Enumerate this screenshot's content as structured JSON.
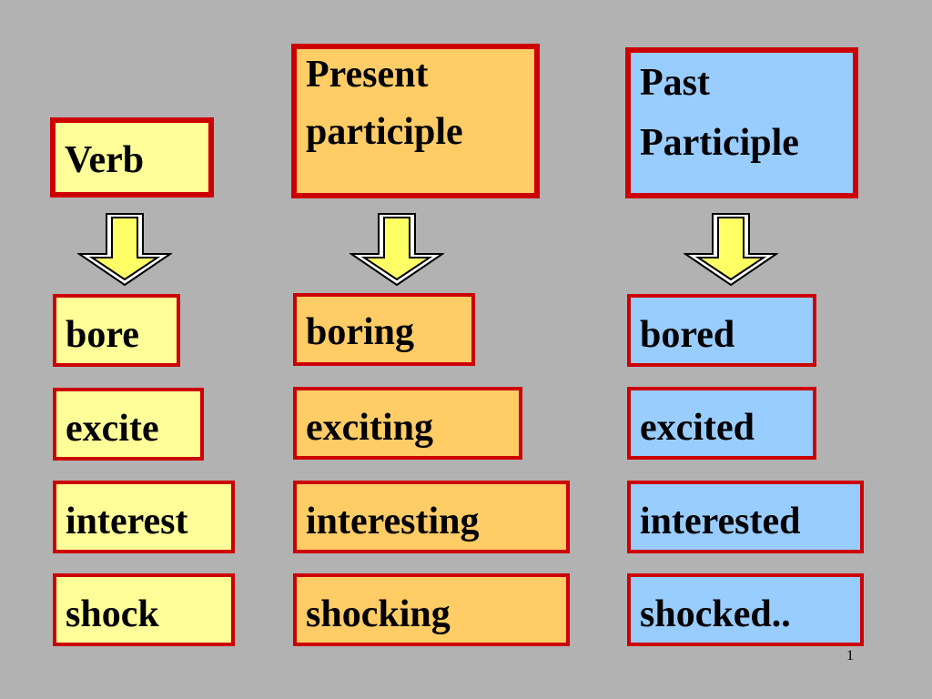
{
  "headers": {
    "verb": "Verb",
    "present_participle": [
      "Present",
      "participle"
    ],
    "past_participle": [
      "Past",
      "Participle"
    ]
  },
  "verb_column": [
    "bore",
    "excite",
    "interest",
    "shock"
  ],
  "present_column": [
    "boring",
    "exciting",
    "interesting",
    "shocking"
  ],
  "past_column": [
    "bored",
    "excited",
    "interested",
    "shocked.."
  ],
  "page_number": "1",
  "colors": {
    "background": "#b2b2b2",
    "border": "#cc0000",
    "verb_fill": "#ffff99",
    "present_fill": "#ffcc66",
    "past_fill": "#99ccff",
    "arrow_fill": "#ffff66"
  },
  "icons": {
    "arrow": "down-arrow-icon"
  }
}
